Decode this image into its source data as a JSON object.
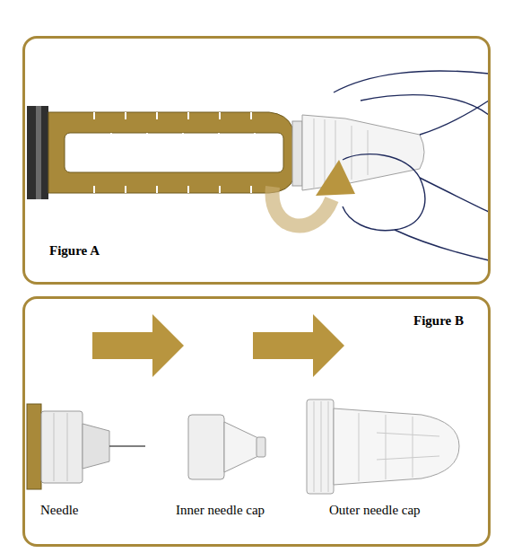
{
  "diagram": {
    "nodes": [
      {
        "text": [
          "Figure A"
        ]
      },
      {
        "text": [
          "Figure B"
        ]
      }
    ],
    "labels": [
      "Needle",
      "Inner needle cap",
      "Outer needle cap"
    ]
  }
}
